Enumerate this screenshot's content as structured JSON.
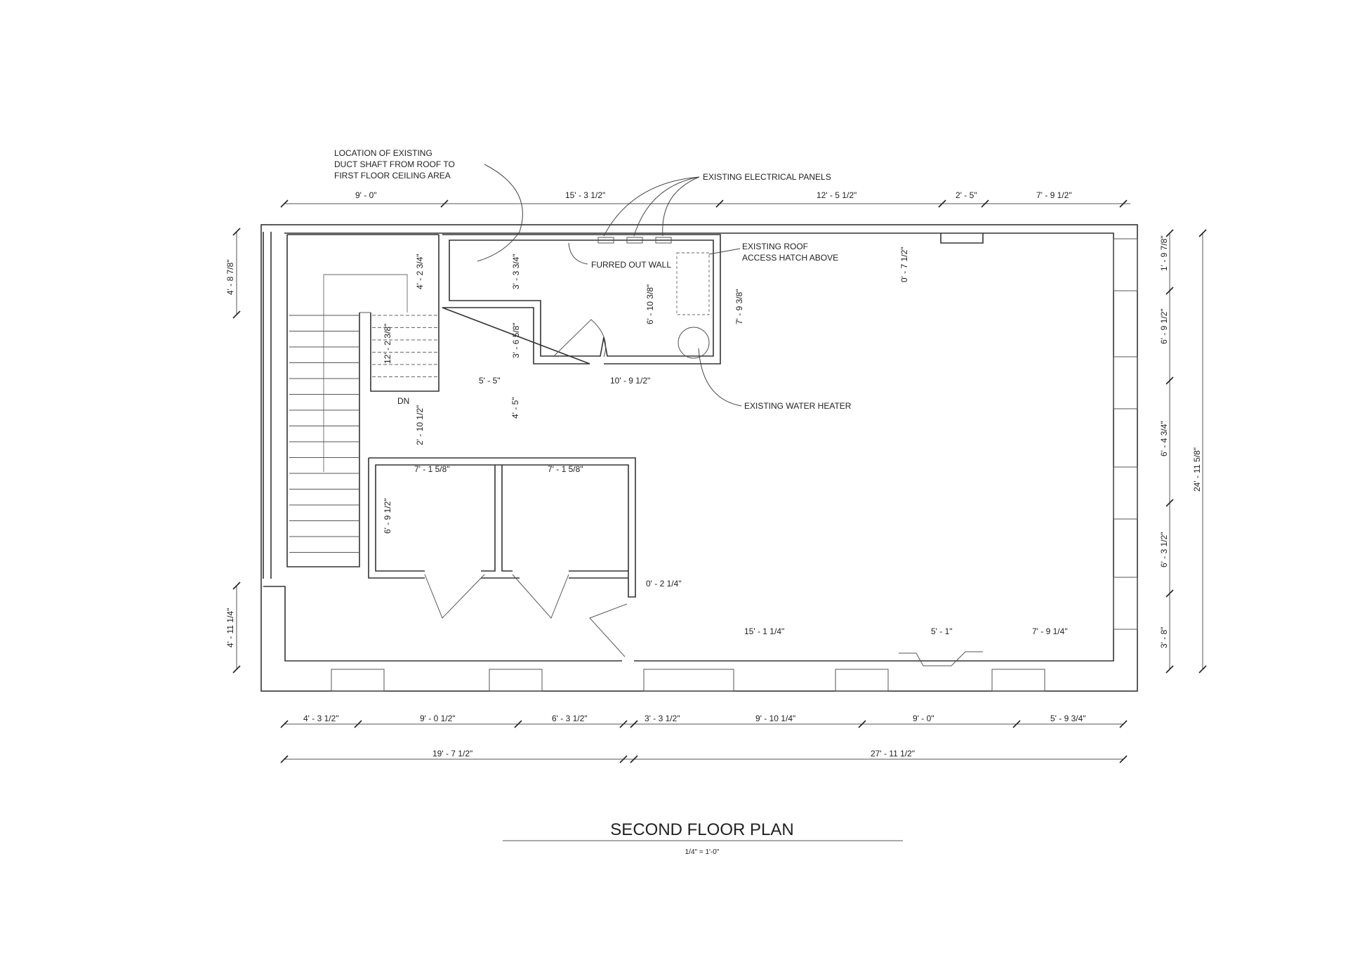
{
  "title": {
    "main": "SECOND FLOOR PLAN",
    "scale": "1/4\" = 1'-0\""
  },
  "notes": {
    "duct_shaft": [
      "LOCATION OF EXISTING",
      "DUCT SHAFT FROM ROOF TO",
      "FIRST FLOOR CEILING AREA"
    ],
    "electrical_panels": "EXISTING ELECTRICAL PANELS",
    "roof_hatch": [
      "EXISTING ROOF",
      "ACCESS HATCH ABOVE"
    ],
    "furred_wall": "FURRED OUT WALL",
    "water_heater": "EXISTING WATER HEATER",
    "stair_down": "DN"
  },
  "dimensions": {
    "top": [
      "9' - 0\"",
      "15' - 3 1/2\"",
      "12' - 5 1/2\"",
      "2' - 5\"",
      "7' - 9 1/2\""
    ],
    "right": [
      "1' - 9 7/8\"",
      "6' - 9 1/2\"",
      "6' - 4 3/4\"",
      "6' - 3 1/2\"",
      "3' - 8\""
    ],
    "right_overall": "24' - 11 5/8\"",
    "left": [
      "4' - 8 7/8\"",
      "4' - 11 1/4\""
    ],
    "bottom": [
      "4' - 3 1/2\"",
      "9' - 0 1/2\"",
      "6' - 3 1/2\"",
      "3' - 3 1/2\"",
      "9' - 10 1/4\"",
      "9' - 0\"",
      "5' - 9 3/4\""
    ],
    "bottom_overall": [
      "19' - 7 1/2\"",
      "27' - 11 1/2\""
    ],
    "interior": {
      "stair_top": "4' - 2 3/4\"",
      "stair_mid": "12' - 2 3/8\"",
      "stair_low": "2' - 10 1/2\"",
      "shaft_height": "3' - 3 3/4\"",
      "hall_height": "3' - 6 5/8\"",
      "hall_width": "5' - 5\"",
      "utility_width": "10' - 9 1/2\"",
      "utility_depth": "6' - 10 3/8\"",
      "utility_right": "7' - 9 3/8\"",
      "roof_hatch_offset": "0' - 7 1/2\"",
      "corridor": "4' - 5\"",
      "closet_1_width": "7' - 1 5/8\"",
      "closet_2_width": "7' - 1 5/8\"",
      "closet_depth": "6' - 9 1/2\"",
      "wall_jog": "0' - 2 1/4\"",
      "front_1": "15' - 1 1/4\"",
      "front_2": "5' - 1\"",
      "front_3": "7' - 9 1/4\""
    }
  }
}
